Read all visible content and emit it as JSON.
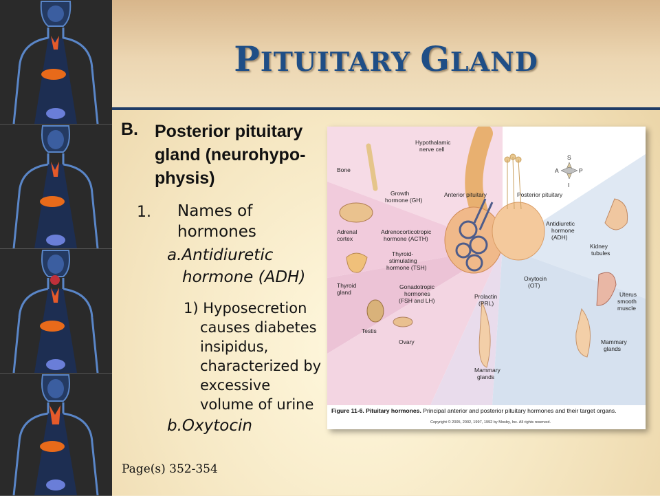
{
  "title": {
    "initial1": "P",
    "rest1": "ITUITARY ",
    "initial2": "G",
    "rest2": "LAND"
  },
  "section": {
    "letter": "B.",
    "lines": [
      "Posterior pituitary",
      "gland (neurohypo-",
      "physis)"
    ]
  },
  "item1": {
    "number": "1.",
    "lines": [
      "Names of",
      "hormones"
    ]
  },
  "sub_a": {
    "label": "a.",
    "lines": [
      "Antidiuretic",
      "hormone (ADH)"
    ]
  },
  "sub_a1": {
    "label": "1)",
    "lines": [
      "Hyposecretion",
      "causes diabetes",
      "insipidus,",
      "characterized by",
      "excessive",
      "volume of urine"
    ]
  },
  "sub_b": {
    "label": "b.",
    "text": "Oxytocin"
  },
  "page_ref": "Page(s) 352-354",
  "figure": {
    "labels": {
      "hypothalamic": [
        "Hypothalamic",
        "nerve cell"
      ],
      "bone": "Bone",
      "gh": [
        "Growth",
        "hormone (GH)"
      ],
      "anterior": "Anterior pituitary",
      "posterior": "Posterior pituitary",
      "adrenal": [
        "Adrenal",
        "cortex"
      ],
      "acth": [
        "Adrenocorticotropic",
        "hormone (ACTH)"
      ],
      "tsh": [
        "Thyroid-",
        "stimulating",
        "hormone (TSH)"
      ],
      "thyroid": [
        "Thyroid",
        "gland"
      ],
      "gonado": [
        "Gonadotropic",
        "hormones",
        "(FSH and LH)"
      ],
      "testis": "Testis",
      "ovary": "Ovary",
      "prolactin": [
        "Prolactin",
        "(PRL)"
      ],
      "mammary_a": [
        "Mammary",
        "glands"
      ],
      "adh": [
        "Antidiuretic",
        "hormone",
        "(ADH)"
      ],
      "kidney": [
        "Kidney",
        "tubules"
      ],
      "oxytocin": [
        "Oxytocin",
        "(OT)"
      ],
      "uterus": [
        "Uterus",
        "smooth",
        "muscle"
      ],
      "mammary_p": [
        "Mammary",
        "glands"
      ],
      "compass": {
        "s": "S",
        "a": "A",
        "p": "P",
        "i": "I"
      }
    },
    "caption_bold": "Figure 11-6. Pituitary hormones.",
    "caption_rest": " Principal anterior and posterior pituitary hormones and their target organs.",
    "copyright": "Copyright © 2005, 2002, 1997, 1992 by Mosby, Inc. All rights reserved."
  },
  "colors": {
    "title": "#1f4e86",
    "rule": "#1f3c66"
  }
}
